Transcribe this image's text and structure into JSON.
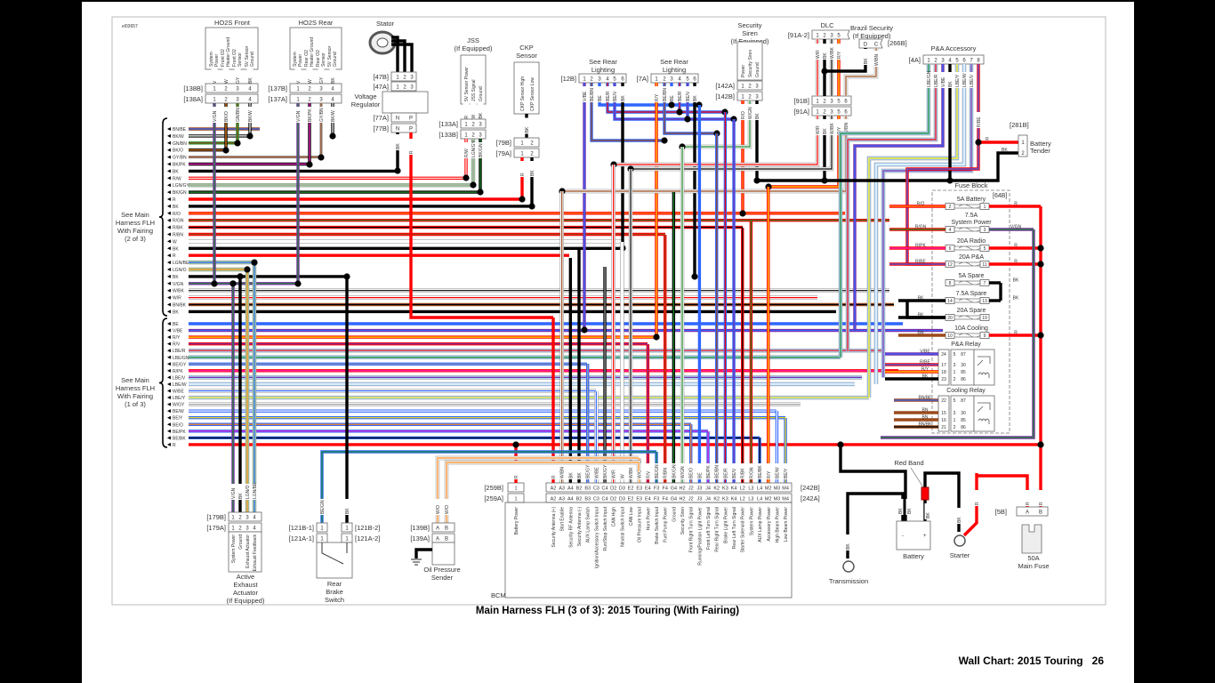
{
  "figure_id": "el03657",
  "title": "Main Harness FLH (3 of 3): 2015 Touring (With Fairing)",
  "footer": {
    "label": "Wall Chart:  2015 Touring",
    "page": "26"
  },
  "wire_colors": {
    "BK": "#000000",
    "BN": "#9b4a1c",
    "BE": "#2f66ff",
    "GN": "#1c8c2a",
    "GY": "#a0a0a0",
    "LBE": "#a9d6ff",
    "LGN": "#a6d4a0",
    "O": "#ff8a1a",
    "PK": "#ff22cc",
    "R": "#ff0000",
    "V": "#7b2fa8",
    "W": "#ffffff",
    "Y": "#ffe600"
  },
  "harness_groups": [
    {
      "label": [
        "See Main",
        "Harness FLH",
        "With Fairing",
        "(2 of 3)"
      ],
      "wires": [
        "BN/BE",
        "BK/W",
        "GN/BN",
        "BK/O",
        "GY/BN",
        "BK/PK",
        "BK",
        "R/W",
        "LGN/GY",
        "BK/GN",
        "R",
        "BK",
        "R/O",
        "R/GN",
        "R/BK",
        "R/BN",
        "W",
        "BK",
        "R",
        "LGN/BE",
        "LGN/O",
        "BK",
        "V/GN",
        "W/BK",
        "W/R",
        "BN/BK",
        "BK"
      ]
    },
    {
      "label": [
        "See Main",
        "Harness FLH",
        "With Fairing",
        "(1 of 3)"
      ],
      "wires": [
        "BE",
        "V/BE",
        "R/Y",
        "R/V",
        "LBE/R",
        "LBE/GN",
        "BE/GY",
        "R/PK",
        "LBE/V",
        "LBE/W",
        "W/BE",
        "LBE/Y",
        "W/GY",
        "BE/W",
        "BE/Y",
        "BE/O",
        "BE/PK",
        "BE/BK",
        "R"
      ]
    }
  ],
  "components": {
    "ho2s_front": {
      "title": [
        "HO2S Front"
      ],
      "pins": [
        [
          "System",
          "Power"
        ],
        [
          "Front O2",
          "Heater Ground"
        ],
        [
          "Front O2",
          "Sensor"
        ],
        [
          "5V Sensor",
          "Ground"
        ]
      ],
      "pin_numbers": [
        "1",
        "2",
        "3",
        "4"
      ],
      "refs": [
        "[138B]",
        "[138A]"
      ],
      "wires_top": [
        "V",
        "W",
        "GY",
        "BK"
      ],
      "wires_bottom": [
        "V/GN",
        "BK/O",
        "GN/BN",
        "BK/W"
      ]
    },
    "ho2s_rear": {
      "title": [
        "HO2S Rear"
      ],
      "pins": [
        [
          "System",
          "Power"
        ],
        [
          "Rear O2",
          "Heater Ground"
        ],
        [
          "Rear O2",
          "Sensor"
        ],
        [
          "5V Sensor",
          "Ground"
        ]
      ],
      "pin_numbers": [
        "1",
        "2",
        "3",
        "4"
      ],
      "refs": [
        "[137B]",
        "[137A]"
      ],
      "wires_top": [
        "V",
        "W",
        "GY",
        "BK"
      ],
      "wires_bottom": [
        "V/GN",
        "BK/PK",
        "GY/BN",
        "BK/W"
      ]
    },
    "stator": {
      "title": [
        "Stator"
      ],
      "pin_numbers": [
        "1",
        "2",
        "3"
      ],
      "refs": [
        "[47B]",
        "[47A]"
      ]
    },
    "voltage_regulator": {
      "title": [
        "Voltage",
        "Regulator"
      ],
      "pin_numbers": [
        "N",
        "P"
      ],
      "refs": [
        "[77A]",
        "[77B]"
      ],
      "wires_bottom": [
        "BK",
        "R"
      ]
    },
    "jss": {
      "title": [
        "JSS",
        "(If Equipped)"
      ],
      "pins": [
        [
          "5V Sensor Power"
        ],
        [
          "JSS Signal"
        ],
        [
          "Ground"
        ]
      ],
      "pin_numbers": [
        "1",
        "2",
        "3"
      ],
      "refs": [
        "[133A]",
        "[133B]"
      ],
      "wires_top": [
        "R",
        "W",
        "BK"
      ],
      "wires_bottom": [
        "R/W",
        "LGN/GY",
        "BK/GN"
      ]
    },
    "ckp": {
      "title": [
        "CKP",
        "Sensor"
      ],
      "pins": [
        [
          "CKP Sensor High"
        ],
        [
          "CKP Sensor Low"
        ]
      ],
      "pin_numbers": [
        "1",
        "2"
      ],
      "refs": [
        "[79B]",
        "[79A]"
      ],
      "wires_top": [
        "BK"
      ],
      "wires_bottom": [
        "R",
        "BK"
      ]
    },
    "rear_lighting_12b": {
      "title": [
        "See Rear",
        "Lighting"
      ],
      "pin_numbers": [
        "1",
        "2",
        "3",
        "4",
        "5",
        "6"
      ],
      "refs": [
        "[12B]"
      ],
      "wires_bottom": [
        "V/BE",
        "BE/BN",
        "BE",
        "BE/R",
        "BE/V",
        "BK"
      ]
    },
    "rear_lighting_7a": {
      "title": [
        "See Rear",
        "Lighting"
      ],
      "pin_numbers": [
        "1",
        "2",
        "3",
        "4",
        "5",
        "6"
      ],
      "refs": [
        "[7A]"
      ],
      "wires_bottom": [
        "R/Y",
        "BE/BN",
        "BE",
        "BE/R",
        "BE/V",
        "BK"
      ]
    },
    "security_siren": {
      "title": [
        "Security",
        "Siren",
        "(If Equipped)"
      ],
      "pins": [
        [
          "Power"
        ],
        [
          "Security Siren"
        ],
        [
          "Ground"
        ]
      ],
      "pin_numbers": [
        "1",
        "2",
        "3"
      ],
      "refs": [
        "[142A]",
        "[142B]"
      ],
      "wires_bottom": [
        "R/O",
        "W/GN",
        "BK"
      ]
    },
    "dlc": {
      "title": [
        "DLC"
      ],
      "pin_numbers": [
        "1",
        "2",
        "3",
        "5"
      ],
      "refs": [
        "[91A-2]"
      ],
      "wires_top": [
        "W/R",
        "BK",
        "W/BK",
        "R/Y"
      ]
    },
    "dlc_91": {
      "pin_numbers": [
        "1",
        "2",
        "3",
        "5",
        "6"
      ],
      "refs": [
        "[91B]",
        "[91A]"
      ],
      "wires_bottom": [
        "W/R",
        "BK",
        "W/BK",
        "R/Y",
        "W/BN"
      ]
    },
    "brazil_security": {
      "title": [
        "Brazil Security",
        "(If Equipped)"
      ],
      "pin_numbers": [
        "D",
        "C"
      ],
      "refs": [
        "[266B]"
      ],
      "wires_bottom": [
        "BK",
        "W/BN"
      ]
    },
    "pa_accessory": {
      "title": [
        "P&A Accessory"
      ],
      "pin_numbers": [
        "1",
        "2",
        "3",
        "4",
        "5",
        "6",
        "7",
        "8"
      ],
      "refs": [
        "[4A]"
      ],
      "wires_bottom": [
        "LBE/GN",
        "LBE/R",
        "V/BE",
        "BK",
        "LBE/Y",
        "LBE/W",
        "LBE/V",
        "R/BE"
      ]
    },
    "battery_tender": {
      "title": [
        "Battery",
        "Tender"
      ],
      "pin_numbers": [
        "1",
        "2"
      ],
      "refs": [
        "[281B]"
      ],
      "wires": [
        "R",
        "BK"
      ]
    },
    "active_exhaust": {
      "title": [
        "Active",
        "Exhaust",
        "Actuator",
        "(If Equipped)"
      ],
      "pins": [
        [
          "System Power"
        ],
        [
          "Ground"
        ],
        [
          "Exhaust Actuator"
        ],
        [
          "Exhaust Feedback"
        ]
      ],
      "pin_numbers": [
        "1",
        "2",
        "3",
        "4"
      ],
      "refs": [
        "[179B]",
        "[179A]"
      ],
      "wires_top": [
        "V/GN",
        "BK",
        "LGN/O",
        "LGN/BE"
      ]
    },
    "rear_brake_switch": {
      "title": [
        "Rear",
        "Brake",
        "Switch"
      ],
      "pin_numbers": [
        "1"
      ],
      "refs": [
        "[121B-1]",
        "[121A-1]",
        "[121B-2]",
        "[121A-2]"
      ],
      "wires_top": [
        "BE/GN",
        "BK"
      ]
    },
    "oil_pressure_sender": {
      "title": [
        "Oil Pressure",
        "Sender"
      ],
      "pin_numbers": [
        "A",
        "B"
      ],
      "refs": [
        "[139B]",
        "[139A]"
      ],
      "wires_top": [
        "W/O",
        "W/O"
      ]
    },
    "battery": {
      "title": [
        "Battery"
      ],
      "terminals": [
        "-",
        "+"
      ],
      "red_band": "Red Band",
      "wires": [
        "BK",
        "BK",
        "BK"
      ]
    },
    "starter": {
      "title": [
        "Starter"
      ],
      "wires": [
        "BK",
        "R"
      ]
    },
    "transmission": {
      "title": [
        "Transmission"
      ],
      "wires": [
        "BK"
      ]
    },
    "main_fuse": {
      "title": [
        "50A",
        "Main Fuse"
      ],
      "pin_numbers": [
        "A",
        "B"
      ],
      "refs": [
        "[5B]"
      ],
      "wires": [
        "R",
        "R"
      ]
    }
  },
  "bcm": {
    "label": "BCM",
    "refs": [
      "[259B]",
      "[259A]",
      "[242B]",
      "[242A]"
    ],
    "battery_pin": {
      "number": "1",
      "wire": "R",
      "function": "Battery Power"
    },
    "pins": [
      {
        "pin": "A2",
        "wire": "R",
        "function": "Security Antenna (+)"
      },
      {
        "pin": "A3",
        "wire": "W/BN",
        "function": "Start Enable"
      },
      {
        "pin": "A4",
        "wire": "BK",
        "function": "Security RF Antenna"
      },
      {
        "pin": "B2",
        "wire": "BK",
        "function": "Security Antenna (-)"
      },
      {
        "pin": "B3",
        "wire": "BE/GY",
        "function": "AUX Lamp Switch"
      },
      {
        "pin": "C3",
        "wire": "W/BE",
        "function": "Ignition/Accessory Switch Input"
      },
      {
        "pin": "C4",
        "wire": "BK/GY",
        "function": "Run/Stop Switch Input"
      },
      {
        "pin": "D2",
        "wire": "W/R",
        "function": "CAN High"
      },
      {
        "pin": "D3",
        "wire": "W",
        "function": "Neutral Switch Input"
      },
      {
        "pin": "E2",
        "wire": "W/BK",
        "function": "CAN Low"
      },
      {
        "pin": "E3",
        "wire": "W/O",
        "function": "Oil Pressure Input"
      },
      {
        "pin": "E4",
        "wire": "R/V",
        "function": "Horn Power"
      },
      {
        "pin": "F3",
        "wire": "BE/GN",
        "function": "Brake Switch Input"
      },
      {
        "pin": "F4",
        "wire": "R/BN",
        "function": "Fuel Pump Power"
      },
      {
        "pin": "G4",
        "wire": "BK/GN",
        "function": "Ground"
      },
      {
        "pin": "H2",
        "wire": "W/GN",
        "function": "Security Siren"
      },
      {
        "pin": "J2",
        "wire": "BE/O",
        "function": "Front Right Turn Signal"
      },
      {
        "pin": "J3",
        "wire": "BE",
        "function": "Running/Position Light Power"
      },
      {
        "pin": "J4",
        "wire": "BE/PK",
        "function": "Front Left Turn Signal"
      },
      {
        "pin": "K2",
        "wire": "BE/BN",
        "function": "Rear Right Turn Signal"
      },
      {
        "pin": "K3",
        "wire": "BE/R",
        "function": "Brake Light Power"
      },
      {
        "pin": "K4",
        "wire": "BE/V",
        "function": "Rear Left Turn Signal"
      },
      {
        "pin": "L2",
        "wire": "R/BK",
        "function": "Starter Solenoid Power"
      },
      {
        "pin": "L3",
        "wire": "R/GN",
        "function": "System Power"
      },
      {
        "pin": "L4",
        "wire": "BE/BK",
        "function": "AUX Lamp Power"
      },
      {
        "pin": "M2",
        "wire": "R/Y",
        "function": "Accessory Power"
      },
      {
        "pin": "M3",
        "wire": "BE/W",
        "function": "High Beam Power"
      },
      {
        "pin": "M4",
        "wire": "BE/Y",
        "function": "Low Beam Power"
      }
    ]
  },
  "fuse_block": {
    "title": "Fuse Block",
    "ref": "[64B]",
    "fuses": [
      {
        "name": [
          "5A Battery"
        ],
        "in": "2",
        "out": "1",
        "left_wire": "R/O",
        "right_wire": "R"
      },
      {
        "name": [
          "7.5A",
          "System Power"
        ],
        "in": "4",
        "out": "3",
        "left_wire": "R/GN",
        "right_wire": "V/GN"
      },
      {
        "name": [
          "20A Radio"
        ],
        "in": "6",
        "out": "5",
        "left_wire": "R/PK",
        "right_wire": "R"
      },
      {
        "name": [
          "20A P&A"
        ],
        "in": "12",
        "out": "11",
        "left_wire": "R/BE",
        "right_wire": "R"
      },
      {
        "name": [
          "5A Spare"
        ],
        "in": "8",
        "out": "7",
        "left_wire": "",
        "right_wire": "BK"
      },
      {
        "name": [
          "7.5A Spare"
        ],
        "in": "14",
        "out": "13",
        "left_wire": "BK",
        "right_wire": "BK"
      },
      {
        "name": [
          "20A Spare"
        ],
        "in": "20",
        "out": "19",
        "left_wire": "BK",
        "right_wire": ""
      },
      {
        "name": [
          "10A Cooling"
        ],
        "in": "10",
        "out": "9",
        "left_wire": "BN",
        "right_wire": "R"
      }
    ],
    "relays": [
      {
        "name": "P&A Relay",
        "pins": [
          "24",
          "17",
          "18",
          "23"
        ],
        "relay_pins": [
          "5",
          "3",
          "1",
          "2"
        ],
        "terminals": [
          "87",
          "30",
          "85",
          "86"
        ],
        "wires": [
          "V/BE",
          "R/BE",
          "R/Y",
          "BK"
        ]
      },
      {
        "name": "Cooling Relay",
        "pins": [
          "22",
          "15",
          "16",
          "21"
        ],
        "relay_pins": [
          "5",
          "3",
          "1",
          "2"
        ],
        "terminals": [
          "87",
          "30",
          "85",
          "86"
        ],
        "wires": [
          "BN/BE",
          "BN",
          "BN",
          "BN/BK"
        ]
      }
    ]
  }
}
